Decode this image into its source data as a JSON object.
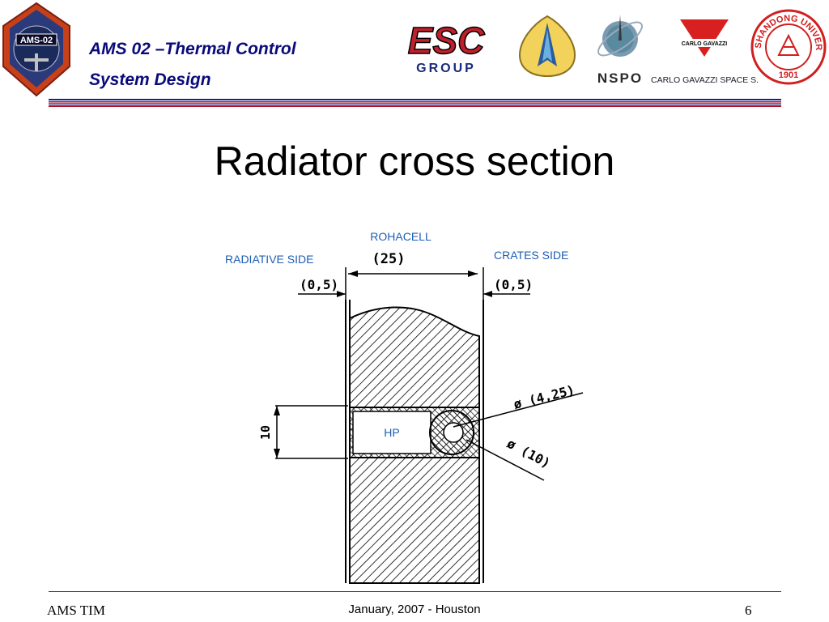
{
  "header": {
    "title_line1": "AMS 02  –Thermal Control",
    "title_line2": "System Design",
    "mission_badge_text": "AMS-02",
    "logos": {
      "esc_group_top": "ESC",
      "esc_group_bottom": "GROUP",
      "nspo": "NSPO",
      "carlo_gavazzi_mark": "CARLO GAVAZZI",
      "carlo_gavazzi_caption": "CARLO GAVAZZI SPACE S.",
      "university_name": "SHANDONG UNIVERSITY",
      "university_year": "1901"
    },
    "colors": {
      "title": "#0a0a7a",
      "rule_blue": "#1c1c8c",
      "rule_red": "#b01020"
    }
  },
  "slide": {
    "title": "Radiator cross section"
  },
  "diagram": {
    "label_rohacell": "ROHACELL",
    "label_rohacell_dim": "(25)",
    "label_radiative_side": "RADIATIVE SIDE",
    "label_crates_side": "CRATES SIDE",
    "label_left_dim": "(0,5)",
    "label_right_dim": "(0,5)",
    "label_hp": "HP",
    "label_dia_small": "ø (4,25)",
    "label_dia_large": "ø (10)",
    "label_height": "10",
    "colors": {
      "blue_label": "#1e5eb4",
      "line": "#000000"
    }
  },
  "footer": {
    "left": "AMS TIM",
    "center": "January, 2007 - Houston",
    "page_number": "6"
  }
}
